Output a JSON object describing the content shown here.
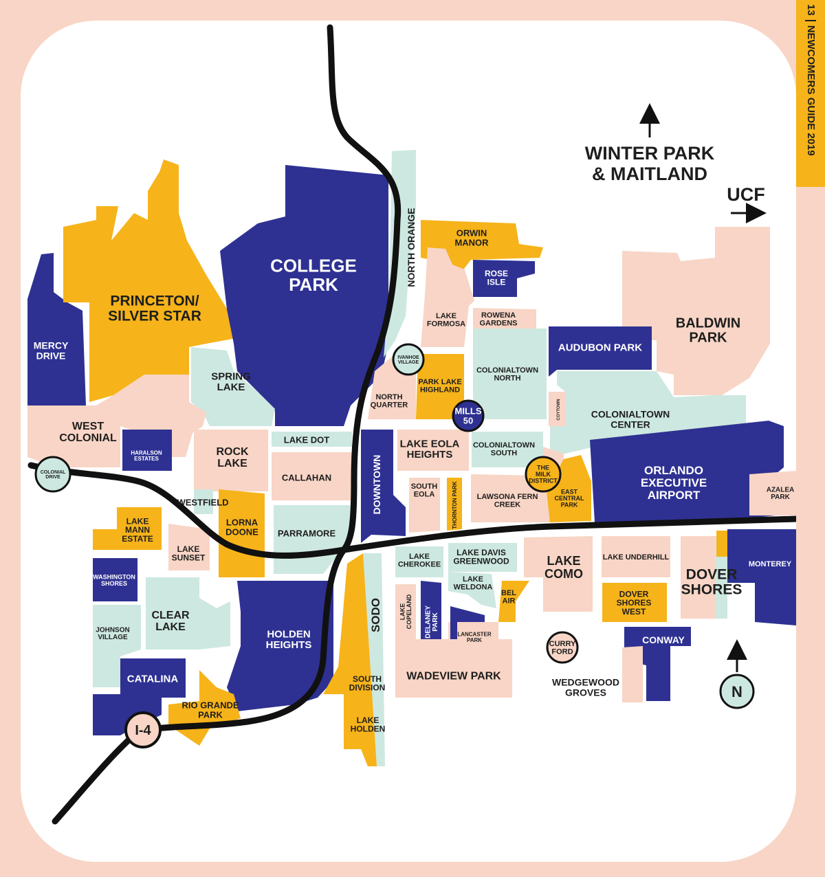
{
  "page": {
    "number": "13",
    "guide_title": "NEWCOMERS GUIDE 2019"
  },
  "colors": {
    "navy": "#2e3192",
    "gold": "#f6b31a",
    "pink": "#f8d5c6",
    "mint": "#cde8e0",
    "road": "#111111"
  },
  "directions": {
    "north_label": "WINTER PARK & MAITLAND",
    "east_label": "UCF",
    "compass": "N"
  },
  "road_markers": {
    "i4": "I-4"
  },
  "neighborhoods": {
    "mercy_drive": "MERCY DRIVE",
    "princeton": "PRINCETON/ SILVER STAR",
    "college_park": "COLLEGE PARK",
    "north_orange": "NORTH ORANGE",
    "orwin_manor": "ORWIN MANOR",
    "rose_isle": "ROSE ISLE",
    "lake_formosa": "LAKE FORMOSA",
    "rowena_gardens": "ROWENA GARDENS",
    "baldwin_park": "BALDWIN PARK",
    "audubon_park": "AUDUBON PARK",
    "spring_lake": "SPRING LAKE",
    "ivanhoe_village": "IVANHOE VILLAGE",
    "park_lake_highland": "PARK LAKE HIGHLAND",
    "colonialtown_north": "COLONIALTOWN NORTH",
    "north_quarter": "NORTH QUARTER",
    "mills_50": "MILLS 50",
    "coytown": "COYTOWN",
    "colonialtown_center": "COLONIALTOWN CENTER",
    "west_colonial": "WEST COLONIAL",
    "haralson_estates": "HARALSON ESTATES",
    "rock_lake": "ROCK LAKE",
    "lake_dot": "LAKE DOT",
    "downtown": "DOWNTOWN",
    "lake_eola_heights": "LAKE EOLA HEIGHTS",
    "colonialtown_south": "COLONIALTOWN SOUTH",
    "orlando_executive_airport": "ORLANDO EXECUTIVE AIRPORT",
    "colonial_drive": "COLONIAL DRIVE",
    "callahan": "CALLAHAN",
    "the_milk_district": "THE MILK DISTRICT",
    "azalea_park": "AZALEA PARK",
    "westfield": "WESTFIELD",
    "south_eola": "SOUTH EOLA",
    "thornton_park": "THORNTON PARK",
    "lawsona_fern_creek": "LAWSONA FERN CREEK",
    "east_central_park": "EAST CENTRAL PARK",
    "lake_mann_estate": "LAKE MANN ESTATE",
    "lorna_doone": "LORNA DOONE",
    "parramore": "PARRAMORE",
    "lake_sunset": "LAKE SUNSET",
    "lake_cherokee": "LAKE CHEROKEE",
    "lake_davis_greenwood": "LAKE DAVIS GREENWOOD",
    "lake_como": "LAKE COMO",
    "lake_underhill": "LAKE UNDERHILL",
    "dover_shores": "DOVER SHORES",
    "monterey": "MONTEREY",
    "washington_shores": "WASHINGTON SHORES",
    "lake_weldona": "LAKE WELDONA",
    "bel_air": "BEL AIR",
    "dover_shores_west": "DOVER SHORES WEST",
    "clear_lake": "CLEAR LAKE",
    "lake_copeland": "LAKE COPELAND",
    "delaney_park": "DELANEY PARK",
    "sodo": "SODO",
    "johnson_village": "JOHNSON VILLAGE",
    "holden_heights": "HOLDEN HEIGHTS",
    "lancaster_park": "LANCASTER PARK",
    "curry_ford": "CURRY FORD",
    "conway": "CONWAY",
    "catalina": "CATALINA",
    "wadeview_park": "WADEVIEW PARK",
    "south_division": "SOUTH DIVISION",
    "wedgewood_groves": "WEDGEWOOD GROVES",
    "rio_grande_park": "RIO GRANDE PARK",
    "lake_holden": "LAKE HOLDEN"
  }
}
